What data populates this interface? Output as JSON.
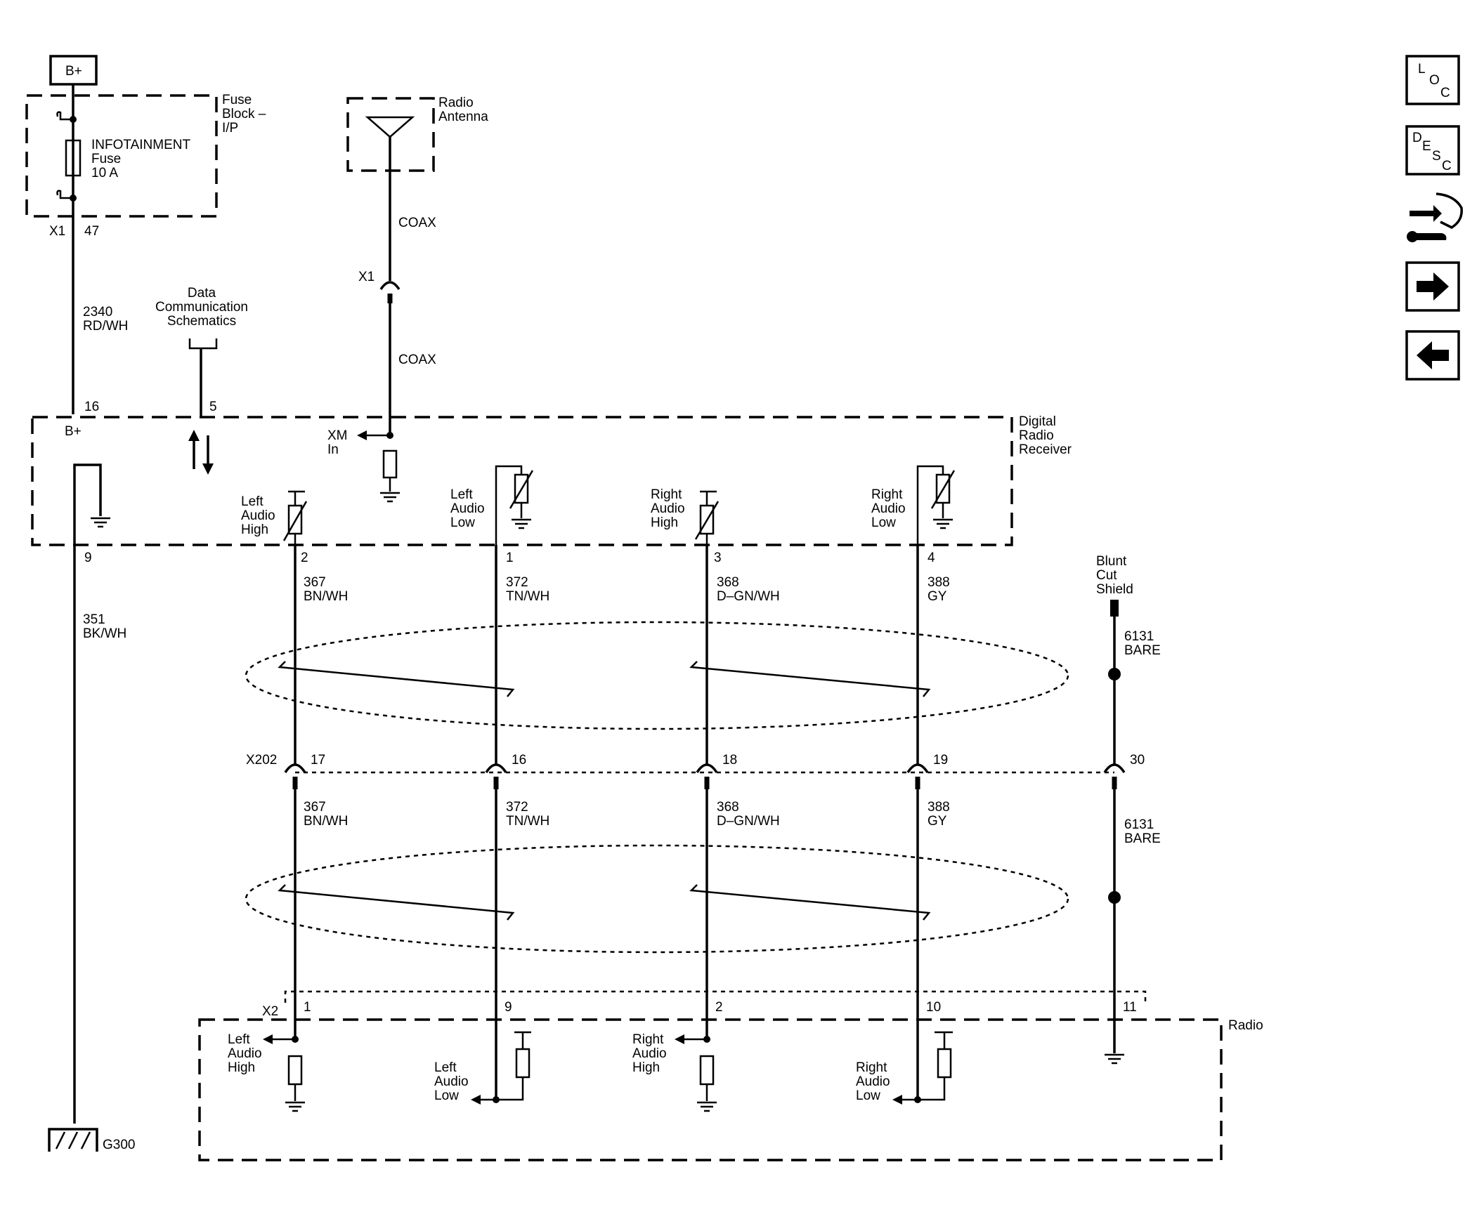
{
  "power": {
    "bplus_box": "B+"
  },
  "fuse_block": {
    "label": [
      "Fuse",
      "Block –",
      "I/P"
    ],
    "fuse_label": [
      "INFOTAINMENT",
      "Fuse",
      "10 A"
    ],
    "connector": "X1",
    "pin": "47"
  },
  "antenna": {
    "label": [
      "Radio",
      "Antenna"
    ],
    "coax_upper": "COAX",
    "connector": "X1",
    "coax_lower": "COAX"
  },
  "wire_2340": {
    "circuit": "2340",
    "color": "RD/WH"
  },
  "data_comm": {
    "label": [
      "Data",
      "Communication",
      "Schematics"
    ],
    "pin": "5"
  },
  "receiver": {
    "label": [
      "Digital",
      "Radio",
      "Receiver"
    ],
    "pin_b": "16",
    "bplus": "B+",
    "xm_in": [
      "XM",
      "In"
    ],
    "outputs": [
      {
        "label": [
          "Left",
          "Audio",
          "High"
        ],
        "pin": "2"
      },
      {
        "label": [
          "Left",
          "Audio",
          "Low"
        ],
        "pin": "1"
      },
      {
        "label": [
          "Right",
          "Audio",
          "High"
        ],
        "pin": "3"
      },
      {
        "label": [
          "Right",
          "Audio",
          "Low"
        ],
        "pin": "4"
      }
    ],
    "ground_pin": "9"
  },
  "ground_wire": {
    "circuit": "351",
    "color": "BK/WH",
    "ground": "G300"
  },
  "upper_wires": [
    {
      "circuit": "367",
      "color": "BN/WH"
    },
    {
      "circuit": "372",
      "color": "TN/WH"
    },
    {
      "circuit": "368",
      "color": "D–GN/WH"
    },
    {
      "circuit": "388",
      "color": "GY"
    }
  ],
  "shield": {
    "label": [
      "Blunt",
      "Cut",
      "Shield"
    ],
    "circuit": "6131",
    "color": "BARE"
  },
  "x202": {
    "connector": "X202",
    "pins": [
      "17",
      "16",
      "18",
      "19",
      "30"
    ]
  },
  "lower_wires": [
    {
      "circuit": "367",
      "color": "BN/WH"
    },
    {
      "circuit": "372",
      "color": "TN/WH"
    },
    {
      "circuit": "368",
      "color": "D–GN/WH"
    },
    {
      "circuit": "388",
      "color": "GY"
    },
    {
      "circuit": "6131",
      "color": "BARE"
    }
  ],
  "radio": {
    "label": "Radio",
    "connector": "X2",
    "pins": [
      "1",
      "9",
      "2",
      "10",
      "11"
    ],
    "inputs": [
      {
        "label": [
          "Left",
          "Audio",
          "High"
        ]
      },
      {
        "label": [
          "Left",
          "Audio",
          "Low"
        ]
      },
      {
        "label": [
          "Right",
          "Audio",
          "High"
        ]
      },
      {
        "label": [
          "Right",
          "Audio",
          "Low"
        ]
      }
    ]
  },
  "nav": {
    "loc": [
      "L",
      "O",
      "C"
    ],
    "desc": [
      "D",
      "E",
      "S",
      "C"
    ]
  }
}
